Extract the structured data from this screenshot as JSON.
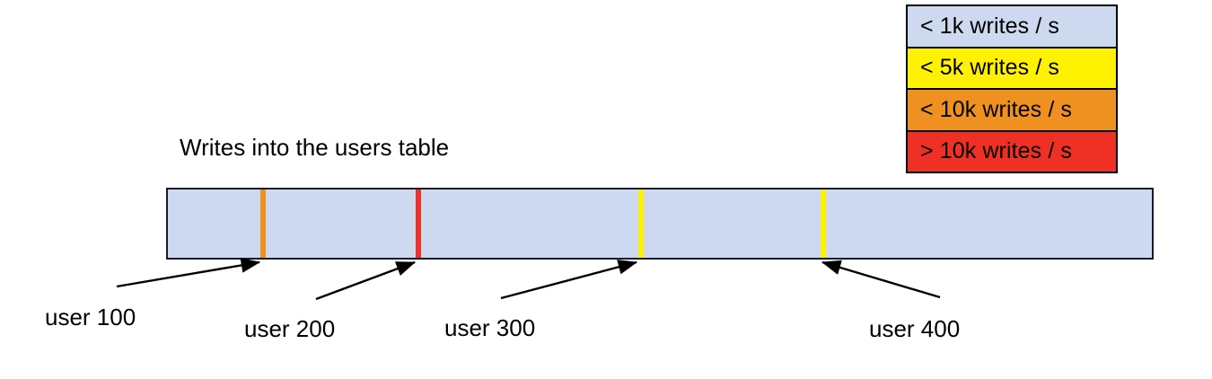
{
  "chart_data": {
    "type": "bar",
    "title": "Writes into the users table",
    "xlabel": "",
    "ylabel": "",
    "description": "Single horizontal partition bar representing the users table, shaded by write throughput, with hot-row markers annotated by user id.",
    "base_color": "#ccd9ee",
    "base_bucket": "< 1k writes / s",
    "categories": [
      "user 100",
      "user 200",
      "user 300",
      "user 400"
    ],
    "markers": [
      {
        "label": "user 100",
        "bucket": "< 10k writes / s",
        "color": "#ef9120",
        "position_pct": 9.5
      },
      {
        "label": "user 200",
        "bucket": "> 10k writes / s",
        "color": "#ee3124",
        "position_pct": 25.2
      },
      {
        "label": "user 300",
        "bucket": "< 5k writes / s",
        "color": "#fff200",
        "position_pct": 47.8
      },
      {
        "label": "user 400",
        "bucket": "< 5k writes / s",
        "color": "#fff200",
        "position_pct": 66.3
      }
    ],
    "legend": {
      "position": "top-right",
      "entries": [
        {
          "label": "< 1k writes / s",
          "color": "#ccd9ee"
        },
        {
          "label": "< 5k writes / s",
          "color": "#fff200"
        },
        {
          "label": "< 10k writes / s",
          "color": "#ef9120"
        },
        {
          "label": "> 10k writes / s",
          "color": "#ee3124"
        }
      ]
    }
  },
  "title": {
    "text": "Writes into the users table"
  },
  "legend": {
    "entries": [
      {
        "label": "< 1k writes / s"
      },
      {
        "label": "< 5k writes / s"
      },
      {
        "label": "< 10k writes / s"
      },
      {
        "label": "> 10k writes / s"
      }
    ]
  },
  "bar": {
    "markers": [
      {
        "label": "user 100"
      },
      {
        "label": "user 200"
      },
      {
        "label": "user 300"
      },
      {
        "label": "user 400"
      }
    ]
  },
  "annotations": {
    "labels": [
      {
        "text": "user 100"
      },
      {
        "text": "user 200"
      },
      {
        "text": "user 300"
      },
      {
        "text": "user 400"
      }
    ]
  },
  "colors": {
    "under_1k": "#ccd9ee",
    "under_5k": "#fff200",
    "under_10k": "#ef9120",
    "over_10k": "#ee3124",
    "outline": "#000000",
    "bar_outline": "#1a1a2a",
    "background": "#ffffff"
  }
}
